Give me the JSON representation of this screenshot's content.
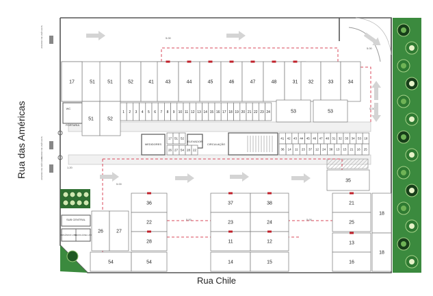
{
  "streets": {
    "left": "Rua das Américas",
    "bottom": "Rua Chile"
  },
  "labels": {
    "wc": "WC",
    "portaria": "PORTARIA",
    "medidores": "MEDIDORES",
    "elevador": "ELEVADOR",
    "circulacao": "CIRCULAÇÃO",
    "sub_central": "SUB CENTRAL",
    "organico_lixo": "ORGÂNICO LIXO",
    "reciclavel_lixo": "RECICLÁVEL LIXO",
    "acesso_top": "ACESSO DE VEÍCULOS",
    "acesso_mid": "ACESSO DE VEÍCULOS",
    "acesso_low": "ACESSO DE VEÍCULOS"
  },
  "dimensions": {
    "top_span": "5.00",
    "right_span": "5.00",
    "left_span": "1.20",
    "gap_left": "5.00",
    "gap_mid": "5.00",
    "gap_right": "5.00",
    "gap_small": "1.20",
    "lane_gap": "5.00"
  },
  "colors": {
    "wall": "#555555",
    "dash": "#d9475a",
    "marker": "#c0202a",
    "arrow": "#d4d4d4",
    "corridor": "#ececec",
    "green": "#3b8a3e",
    "green_dark": "#1f5a22"
  },
  "stalls": {
    "row_top_left": [
      "17",
      "51",
      "52",
      "41",
      "42"
    ],
    "row_top_mid": [
      "43",
      "44",
      "45",
      "46",
      "47",
      "48",
      "31"
    ],
    "row_top_right": [
      "32",
      "33",
      "34"
    ],
    "row_left_mid": [
      "51",
      "52"
    ],
    "bikes_top": [
      "1",
      "2",
      "3",
      "4",
      "5",
      "6",
      "7",
      "8",
      "9",
      "10",
      "11",
      "12",
      "13",
      "14",
      "15",
      "16",
      "17",
      "18",
      "19",
      "20",
      "21",
      "22",
      "23",
      "24"
    ],
    "large_mid": [
      "53",
      "53"
    ],
    "cells_a": [
      "17",
      "51",
      "52"
    ],
    "cells_b": [
      "26",
      "27",
      "54",
      "28",
      "22"
    ],
    "bikes_right_top": [
      "41",
      "42",
      "43",
      "44",
      "45",
      "46",
      "47",
      "48",
      "31",
      "32",
      "33",
      "34",
      "53",
      "18"
    ],
    "bikes_right_bottom": [
      "36",
      "14",
      "11",
      "23",
      "37",
      "12",
      "24",
      "38",
      "13",
      "15",
      "21",
      "16",
      "25"
    ],
    "right_35": "35",
    "lower_left": [
      "36",
      "22",
      "28",
      "54",
      "54"
    ],
    "small_26": "26",
    "small_27": "27",
    "lower_mid": [
      "37",
      "38",
      "23",
      "24",
      "11",
      "12",
      "14",
      "15"
    ],
    "lower_right": [
      "21",
      "25",
      "13",
      "16"
    ],
    "far_right": [
      "18",
      "18"
    ]
  }
}
